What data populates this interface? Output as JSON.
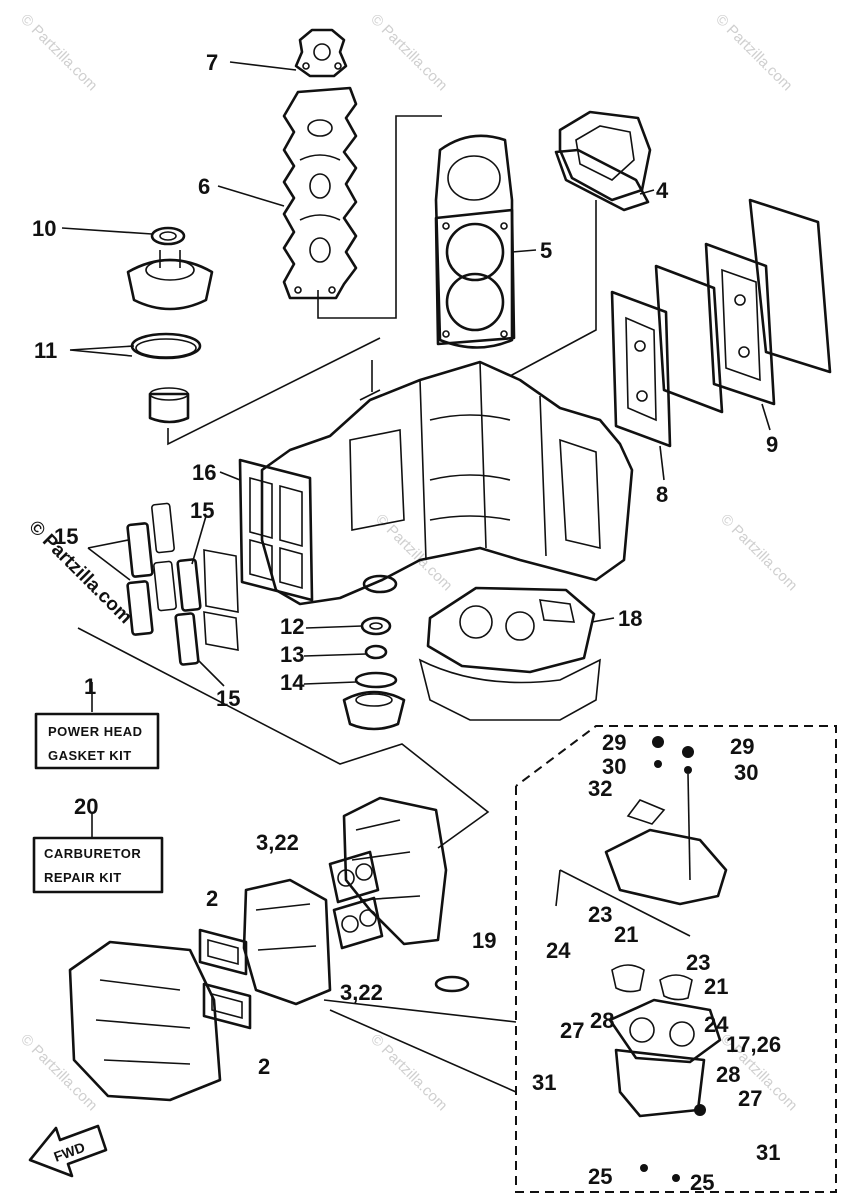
{
  "watermark": "© Partzilla.com",
  "kits": {
    "power_head": {
      "number": "1",
      "line1": "POWER HEAD",
      "line2": "GASKET KIT"
    },
    "carburetor": {
      "number": "20",
      "line1": "CARBURETOR",
      "line2": "REPAIR KIT"
    }
  },
  "fwd_label": "FWD",
  "callouts": {
    "c7": "7",
    "c6": "6",
    "c10": "10",
    "c11": "11",
    "c4": "4",
    "c5": "5",
    "c9": "9",
    "c8": "8",
    "c16": "16",
    "c15a": "15",
    "c15b": "15",
    "c15c": "15",
    "c12": "12",
    "c13": "13",
    "c14": "14",
    "c18": "18",
    "c29a": "29",
    "c30a": "30",
    "c29b": "29",
    "c30b": "30",
    "c32": "32",
    "c322a": "3,22",
    "c322b": "3,22",
    "c2a": "2",
    "c2b": "2",
    "c19": "19",
    "c23a": "23",
    "c21a": "21",
    "c24a": "24",
    "c23b": "23",
    "c21b": "21",
    "c24b": "24",
    "c1726": "17,26",
    "c27a": "27",
    "c28a": "28",
    "c31a": "31",
    "c28b": "28",
    "c27b": "27",
    "c31b": "31",
    "c25a": "25",
    "c25b": "25"
  }
}
